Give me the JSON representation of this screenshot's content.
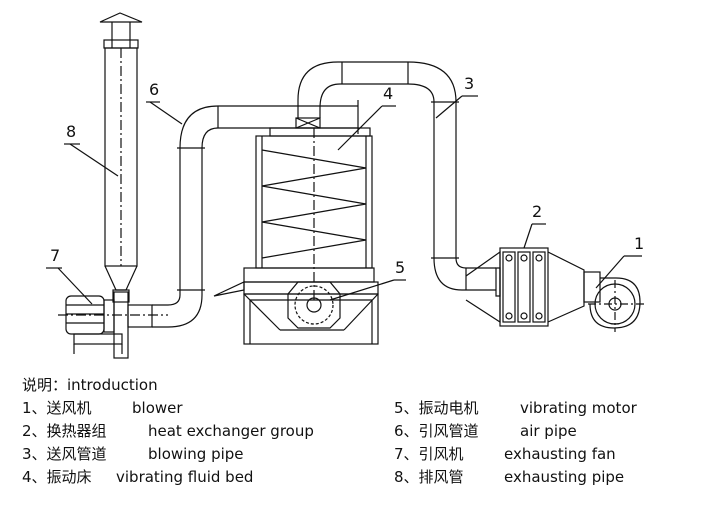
{
  "callouts": [
    "1",
    "2",
    "3",
    "4",
    "5",
    "6",
    "7",
    "8"
  ],
  "legend": {
    "heading": "说明：introduction",
    "left": [
      {
        "zh": "1、送风机",
        "en": "blower"
      },
      {
        "zh": "2、换热器组",
        "en": "heat exchanger group"
      },
      {
        "zh": "3、送风管道",
        "en": "blowing pipe"
      },
      {
        "zh": "4、振动床",
        "en": "vibrating fluid bed"
      }
    ],
    "right": [
      {
        "zh": "5、振动电机",
        "en": "vibrating motor"
      },
      {
        "zh": "6、引风管道",
        "en": "air pipe"
      },
      {
        "zh": "7、引风机",
        "en": "exhausting fan"
      },
      {
        "zh": "8、排风管",
        "en": "exhausting pipe"
      }
    ]
  }
}
